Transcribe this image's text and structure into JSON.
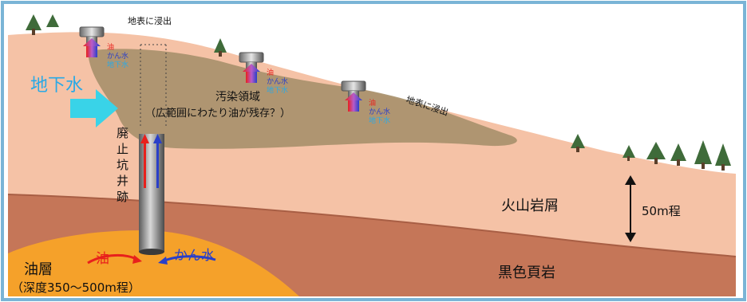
{
  "labels": {
    "surface_seep_top": "地表に浸出",
    "surface_seep_right": "地表に浸出",
    "groundwater": "地下水",
    "contaminated_area_title": "汚染領域",
    "contaminated_area_note": "（広範囲にわたり油が残存？）",
    "abandoned_well": [
      "廃",
      "止",
      "坑",
      "井",
      "跡"
    ],
    "volcanic_layer": "火山岩屑",
    "black_shale": "黒色頁岩",
    "depth_marker": "50m程",
    "oil_layer_title": "油層",
    "oil_layer_depth": "（深度350～500m程）",
    "oil_flow": "油",
    "brine_flow": "かん水"
  },
  "wells": [
    {
      "oil": "油",
      "brine": "かん水",
      "groundwater": "地下水"
    },
    {
      "oil": "油",
      "brine": "かん水",
      "groundwater": "地下水"
    },
    {
      "oil": "油",
      "brine": "かん水",
      "groundwater": "地下水"
    }
  ],
  "colors": {
    "frame": "#7ab4d6",
    "sky": "#ffffff",
    "volcanic": "#f5c2a6",
    "shale": "#c57658",
    "oil": "#f5a12a",
    "contaminated": "#a8916c",
    "oil_text": "#e8201c",
    "brine_text": "#2a3fc8",
    "groundwater_text": "#29a9e6",
    "arrow_cyan": "#39d3e8"
  }
}
